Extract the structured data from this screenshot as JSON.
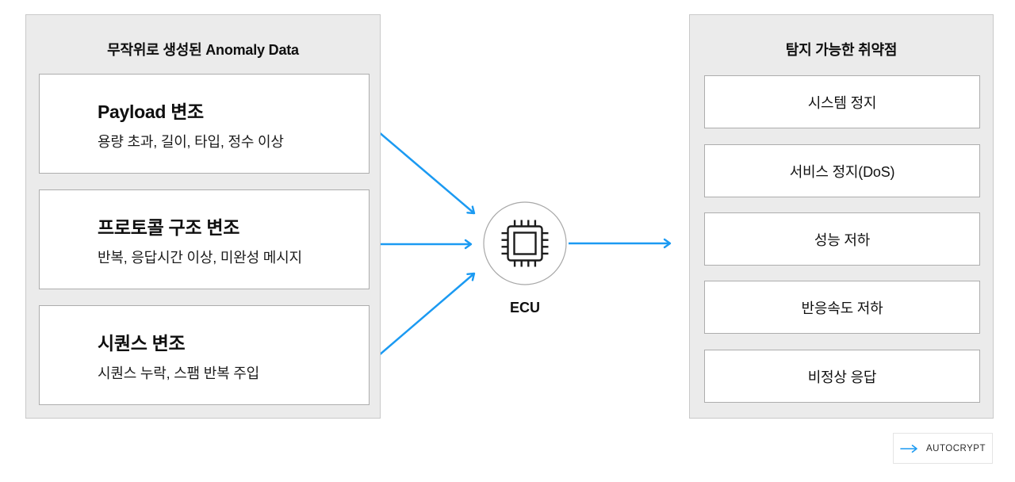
{
  "left_panel": {
    "title": "무작위로 생성된 Anomaly Data",
    "items": [
      {
        "title": "Payload 변조",
        "subtitle": "용량 초과, 길이, 타입, 정수 이상"
      },
      {
        "title": "프로토콜 구조 변조",
        "subtitle": "반복, 응답시간 이상, 미완성 메시지"
      },
      {
        "title": "시퀀스 변조",
        "subtitle": "시퀀스 누락, 스팸 반복 주입"
      }
    ]
  },
  "center": {
    "label": "ECU",
    "icon": "cpu-chip-icon"
  },
  "right_panel": {
    "title": "탐지 가능한 취약점",
    "items": [
      "시스템 정지",
      "서비스 정지(DoS)",
      "성능 저하",
      "반응속도 저하",
      "비정상 응답"
    ]
  },
  "logo": {
    "text": "AUTOCRYPT",
    "icon": "right-arrow-icon"
  },
  "colors": {
    "accent_blue": "#1b9af2",
    "panel_bg": "#ebebeb",
    "panel_border": "#c9c9c9",
    "box_border": "#adadad",
    "circle_border": "#a8a8a8",
    "text": "#0f0f0f"
  }
}
